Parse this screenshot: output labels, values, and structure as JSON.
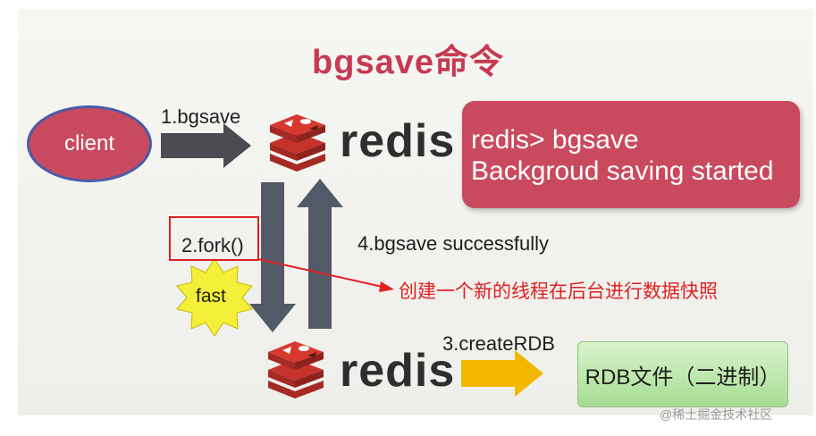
{
  "title": "bgsave命令",
  "client": {
    "label": "client"
  },
  "steps": {
    "step1": "1.bgsave",
    "step2": "2.fork()",
    "step3": "3.createRDB",
    "step4": "4.bgsave successfully"
  },
  "redis": {
    "top_label": "redis",
    "bottom_label": "redis"
  },
  "terminal": {
    "line1": "redis> bgsave",
    "line2": "Backgroud saving started"
  },
  "burst": {
    "label": "fast"
  },
  "rdb_file": {
    "label": "RDB文件（二进制）"
  },
  "annotation": {
    "text": "创建一个新的线程在后台进行数据快照"
  },
  "watermark": {
    "text": "@稀土掘金技术社区"
  },
  "colors": {
    "title": "#c63a52",
    "client_fill": "#c94a5e",
    "client_border": "#4a5aa8",
    "panel_fill": "#c94a5e",
    "arrow_gray": "#4a4c52",
    "arrow_blue_gray": "#515a66",
    "arrow_yellow": "#f2b800",
    "burst_fill": "#f4f03a",
    "redis_red": "#c8322c",
    "rdb_green": "#a6dc94",
    "annotation_red": "#e02020"
  },
  "icons": [
    "redis-logo-icon",
    "right-arrow-icon",
    "down-arrow-icon",
    "up-arrow-icon",
    "star-burst-icon"
  ]
}
